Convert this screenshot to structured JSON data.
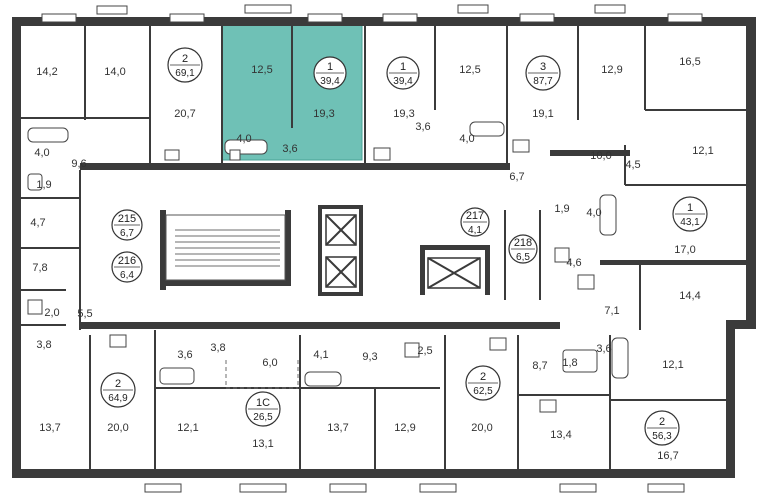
{
  "colors": {
    "highlight": "#6fc1b6",
    "highlight_stroke": "#4aa296",
    "wall": "#3b3b3b"
  },
  "highlighted_apartment": {
    "rooms": "1",
    "area": "39,4"
  },
  "apartments": [
    {
      "id": "apt-2-691",
      "rooms": "2",
      "area": "69,1"
    },
    {
      "id": "apt-1-394",
      "rooms": "1",
      "area": "39,4"
    },
    {
      "id": "apt-1-394b",
      "rooms": "1",
      "area": "39,4"
    },
    {
      "id": "apt-3-877",
      "rooms": "3",
      "area": "87,7"
    },
    {
      "id": "apt-1-431",
      "rooms": "1",
      "area": "43,1"
    },
    {
      "id": "apt-215",
      "rooms": "215",
      "area": "6,7"
    },
    {
      "id": "apt-216",
      "rooms": "216",
      "area": "6,4"
    },
    {
      "id": "apt-217",
      "rooms": "217",
      "area": "4,1"
    },
    {
      "id": "apt-218",
      "rooms": "218",
      "area": "6,5"
    },
    {
      "id": "apt-2-649",
      "rooms": "2",
      "area": "64,9"
    },
    {
      "id": "apt-1c-265",
      "rooms": "1С",
      "area": "26,5"
    },
    {
      "id": "apt-2-625",
      "rooms": "2",
      "area": "62,5"
    },
    {
      "id": "apt-2-563",
      "rooms": "2",
      "area": "56,3"
    }
  ],
  "rooms": [
    "14,2",
    "14,0",
    "20,7",
    "12,5",
    "19,3",
    "4,0",
    "3,6",
    "19,3",
    "3,6",
    "4,0",
    "12,5",
    "19,1",
    "12,9",
    "16,5",
    "4,0",
    "9,6",
    "1,9",
    "10,0",
    "4,5",
    "12,1",
    "6,7",
    "4,7",
    "1,9",
    "4,0",
    "17,0",
    "7,8",
    "4,6",
    "14,4",
    "2,0",
    "5,5",
    "3,8",
    "7,1",
    "3,6",
    "3,8",
    "6,0",
    "4,1",
    "9,3",
    "2,5",
    "8,7",
    "1,8",
    "3,6",
    "12,1",
    "13,7",
    "20,0",
    "12,1",
    "13,1",
    "13,7",
    "12,9",
    "20,0",
    "13,4",
    "16,7"
  ]
}
